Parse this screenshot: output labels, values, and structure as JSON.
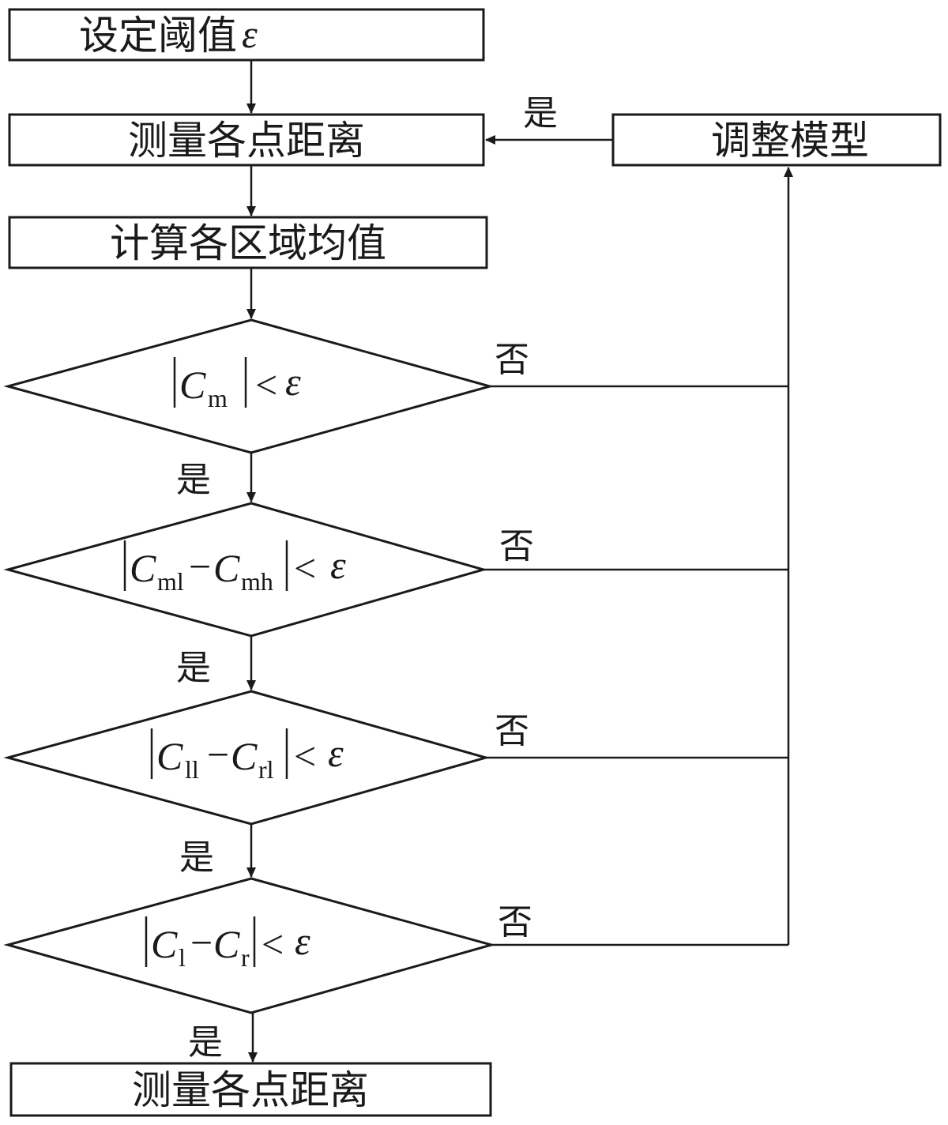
{
  "nodes": {
    "set_threshold": {
      "label": "设定阈值",
      "symbol": "ε"
    },
    "measure_top": {
      "label": "测量各点距离"
    },
    "compute_mean": {
      "label": "计算各区域均值"
    },
    "adjust_model": {
      "label": "调整模型"
    },
    "measure_bottom": {
      "label": "测量各点距离"
    }
  },
  "decisions": {
    "d1": {
      "c": "C",
      "sub": "m",
      "lt": "<",
      "eps": "ε"
    },
    "d2": {
      "c1": "C",
      "sub1": "ml",
      "minus": "−",
      "c2": "C",
      "sub2": "mh",
      "lt": "<",
      "eps": "ε"
    },
    "d3": {
      "c1": "C",
      "sub1": "ll",
      "minus": "−",
      "c2": "C",
      "sub2": "rl",
      "lt": "<",
      "eps": "ε"
    },
    "d4": {
      "c1": "C",
      "sub1": "l",
      "minus": "−",
      "c2": "C",
      "sub2": "r",
      "lt": "<",
      "eps": "ε"
    }
  },
  "edge_labels": {
    "yes": "是",
    "no": "否"
  }
}
